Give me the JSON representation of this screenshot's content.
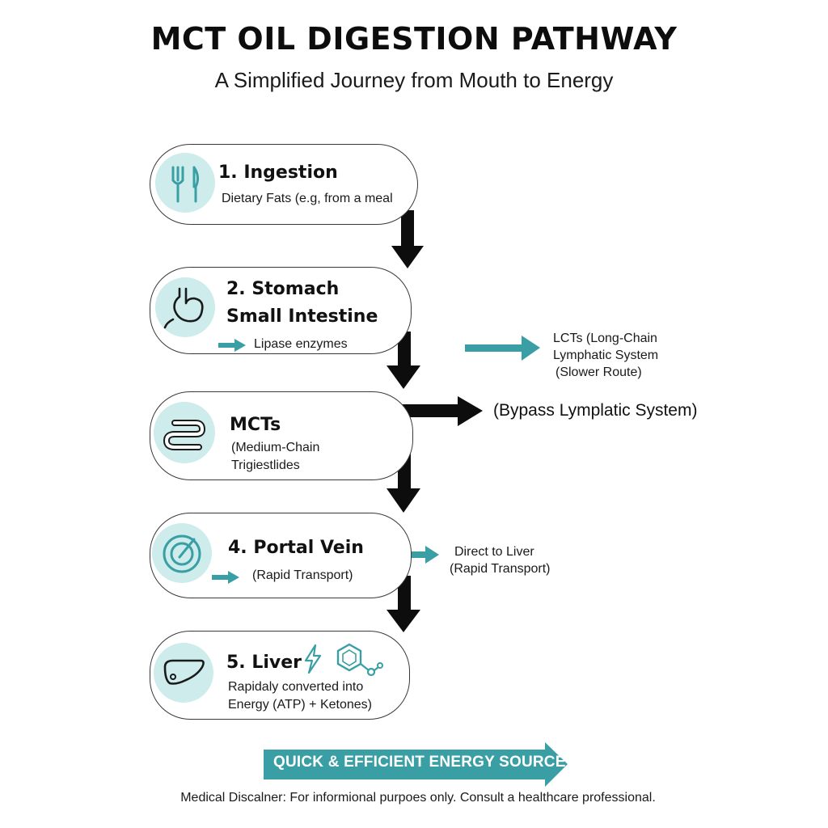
{
  "header": {
    "title": "MCT OIL DIGESTION PATHWAY",
    "subtitle": "A Simplified Journey from Mouth to Energy"
  },
  "steps": [
    {
      "title": "1. Ingestion",
      "lines": [
        "Dietary Fats (e.g, from a meal"
      ],
      "icon": "fork-knife-icon"
    },
    {
      "title": "2. Stomach",
      "title2": "Small Intestine",
      "lines": [
        "Lipase enzymes"
      ],
      "icon": "stomach-icon"
    },
    {
      "title": "MCTs",
      "lines": [
        "(Medium-Chain",
        "Trigiestlides"
      ],
      "icon": "intestine-icon"
    },
    {
      "title": "4. Portal Vein",
      "lines": [
        "(Rapid Transport)"
      ],
      "icon": "portal-vein-icon"
    },
    {
      "title": "5. Liver",
      "lines": [
        "Rapidaly converted into",
        "Energy (ATP) + Ketones)"
      ],
      "icon": "liver-icon",
      "extra_icons": [
        "lightning-icon",
        "molecule-icon"
      ]
    }
  ],
  "side_notes": {
    "lct": [
      "LCTs (Long-Chain",
      "Lymphatic System",
      "(Slower Route)"
    ],
    "bypass": "(Bypass Lymplatic System)",
    "direct": [
      "Direct to Liver",
      "(Rapid Transport)"
    ]
  },
  "banner": {
    "text": "QUICK & EFFICIENT ENERGY SOURCE"
  },
  "footer": {
    "disclaimer": "Medical Discalner: For informional purpoes only. Consult a healthcare professional."
  },
  "colors": {
    "accent_teal": "#3a9fa5",
    "icon_bg": "#cdeceb",
    "arrow_black": "#0d0d0d"
  }
}
